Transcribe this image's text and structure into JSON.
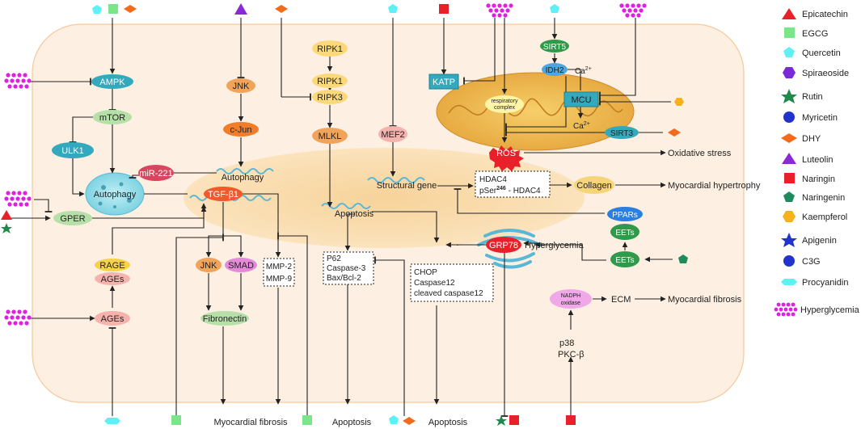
{
  "legend": [
    {
      "label": "Epicatechin",
      "icon": "red-triangle",
      "color": "#e8202a"
    },
    {
      "label": "EGCG",
      "icon": "green-square",
      "color": "#7be58a"
    },
    {
      "label": "Quercetin",
      "icon": "cyan-pentagon",
      "color": "#5ff0f5"
    },
    {
      "label": "Spiraeoside",
      "icon": "purple-hexagon",
      "color": "#7a2ad6"
    },
    {
      "label": "Rutin",
      "icon": "green-star",
      "color": "#1f8a4c"
    },
    {
      "label": "Myricetin",
      "icon": "blue-circle",
      "color": "#2233cc"
    },
    {
      "label": "DHY",
      "icon": "orange-diamond",
      "color": "#f26a1b"
    },
    {
      "label": "Luteolin",
      "icon": "purple-triangle",
      "color": "#8a2ad6"
    },
    {
      "label": "Naringin",
      "icon": "red-square",
      "color": "#e8202a"
    },
    {
      "label": "Naringenin",
      "icon": "green-pentagon",
      "color": "#1f8a5c"
    },
    {
      "label": "Kaempferol",
      "icon": "orange-hexagon",
      "color": "#f7b21b"
    },
    {
      "label": "Apigenin",
      "icon": "blue-star",
      "color": "#2233cc"
    },
    {
      "label": "C3G",
      "icon": "blue-circle",
      "color": "#2233cc"
    },
    {
      "label": "Procyanidin",
      "icon": "cyan-lozenge",
      "color": "#5ff0f5"
    },
    {
      "label": "Hyperglycemia",
      "icon": "magenta-dots",
      "color": "#e020e0"
    }
  ],
  "nodes": {
    "ampk": "AMPK",
    "mtor": "mTOR",
    "ulk1": "ULK1",
    "autophagy_left": "Autophagy",
    "mir221": "miR-221",
    "gper": "GPER",
    "rage": "RAGE",
    "ages_upper": "AGEs",
    "ages_lower": "AGEs",
    "jnk_top": "JNK",
    "cjun": "c-Jun",
    "autophagy_center": "Autophagy",
    "tgfb1": "TGF-β1",
    "jnk_low": "JNK",
    "smad": "SMAD",
    "fibronectin": "Fibronectin",
    "mmp2": "MMP-2",
    "mmp9": "MMP-9",
    "ripk1_a": "RIPK1",
    "ripk1_b": "RIPK1",
    "ripk3": "RIPK3",
    "mlkl": "MLKL",
    "apoptosis_center": "Apoptosis",
    "p62": "P62",
    "caspase3": "Caspase-3",
    "baxbcl2": "Bax/Bcl-2",
    "mef2": "MEF2",
    "structural_gene": "Structural gene",
    "hdac4": "HDAC4",
    "phdac4_pre": "pSer",
    "phdac4_sup": "246",
    "phdac4_post": " - HDAC4",
    "collagen": "Collagen",
    "chop": "CHOP",
    "caspase12": "Caspase12",
    "cleaved_caspase12": "cleaved caspase12",
    "grp78": "GRP78",
    "hyperglycemia": "Hyperglycemia",
    "katp": "KATP",
    "sirt5": "SIRT5",
    "idh2": "IDH2",
    "ca_top": "Ca",
    "ca_top_sup": "2+",
    "mcu": "MCU",
    "ca_bottom": "Ca",
    "ca_bottom_sup": "2+",
    "respiratory": "respiratory",
    "complex": "complex",
    "sirt3": "SIRT3",
    "ros": "ROS",
    "oxidative_stress": "Oxidative stress",
    "ppars": "PPARs",
    "eets_a": "EETs",
    "eets_b": "EETs",
    "nadph_1": "NADPH",
    "nadph_2": "oxidase",
    "ecm": "ECM",
    "p38": "p38",
    "pkcb": "PKC-β"
  },
  "outcomes": {
    "myocardial_hypertrophy": "Myocardial hypertrophy",
    "myocardial_fibrosis_right": "Myocardial fibrosis",
    "myocardial_fibrosis_bottom": "Myocardial fibrosis",
    "apoptosis_bottom_a": "Apoptosis",
    "apoptosis_bottom_b": "Apoptosis"
  }
}
